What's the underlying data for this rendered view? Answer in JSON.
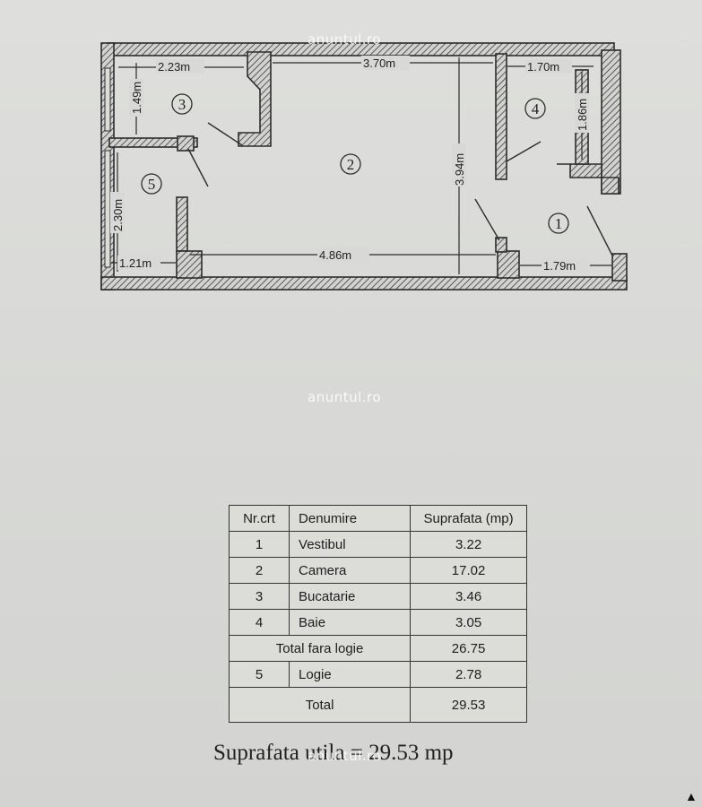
{
  "watermark": "anuntul.ro",
  "plan": {
    "dimensions": {
      "d_223": "2.23m",
      "d_370": "3.70m",
      "d_170": "1.70m",
      "d_149": "1.49m",
      "d_186": "1.86m",
      "d_394": "3.94m",
      "d_230": "2.30m",
      "d_121": "1.21m",
      "d_486": "4.86m",
      "d_179": "1.79m"
    },
    "rooms": [
      "1",
      "2",
      "3",
      "4",
      "5"
    ]
  },
  "table": {
    "headers": [
      "Nr.crt",
      "Denumire",
      "Suprafata (mp)"
    ],
    "rows": [
      {
        "nr": "1",
        "name": "Vestibul",
        "area": "3.22"
      },
      {
        "nr": "2",
        "name": "Camera",
        "area": "17.02"
      },
      {
        "nr": "3",
        "name": "Bucatarie",
        "area": "3.46"
      },
      {
        "nr": "4",
        "name": "Baie",
        "area": "3.05"
      }
    ],
    "subtotal": {
      "label": "Total fara logie",
      "area": "26.75"
    },
    "logia": {
      "nr": "5",
      "name": "Logie",
      "area": "2.78"
    },
    "total": {
      "label": "Total",
      "area": "29.53"
    }
  },
  "summary": "Suprafata utila = 29.53 mp"
}
